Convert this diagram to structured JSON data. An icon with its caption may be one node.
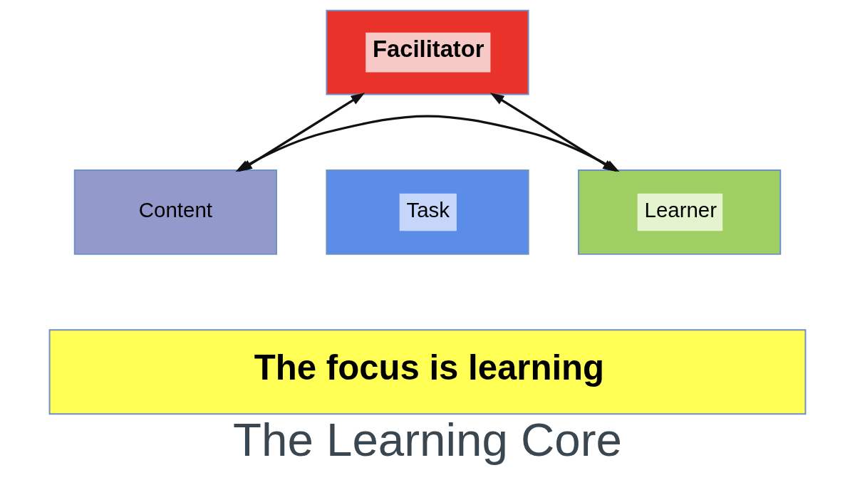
{
  "diagram": {
    "caption": "The Learning Core",
    "nodes": [
      {
        "text": [
          "Facilitator"
        ]
      },
      {
        "text": [
          "Content"
        ]
      },
      {
        "text": [
          "Task"
        ]
      },
      {
        "text": [
          "Learner"
        ]
      },
      {
        "text": [
          "The focus is learning"
        ]
      }
    ],
    "edges": [
      {
        "from": 0,
        "to": 1,
        "arrow": "both"
      },
      {
        "from": 0,
        "to": 3,
        "arrow": "both"
      },
      {
        "from": 1,
        "to": 3,
        "arrow": "both"
      }
    ]
  }
}
